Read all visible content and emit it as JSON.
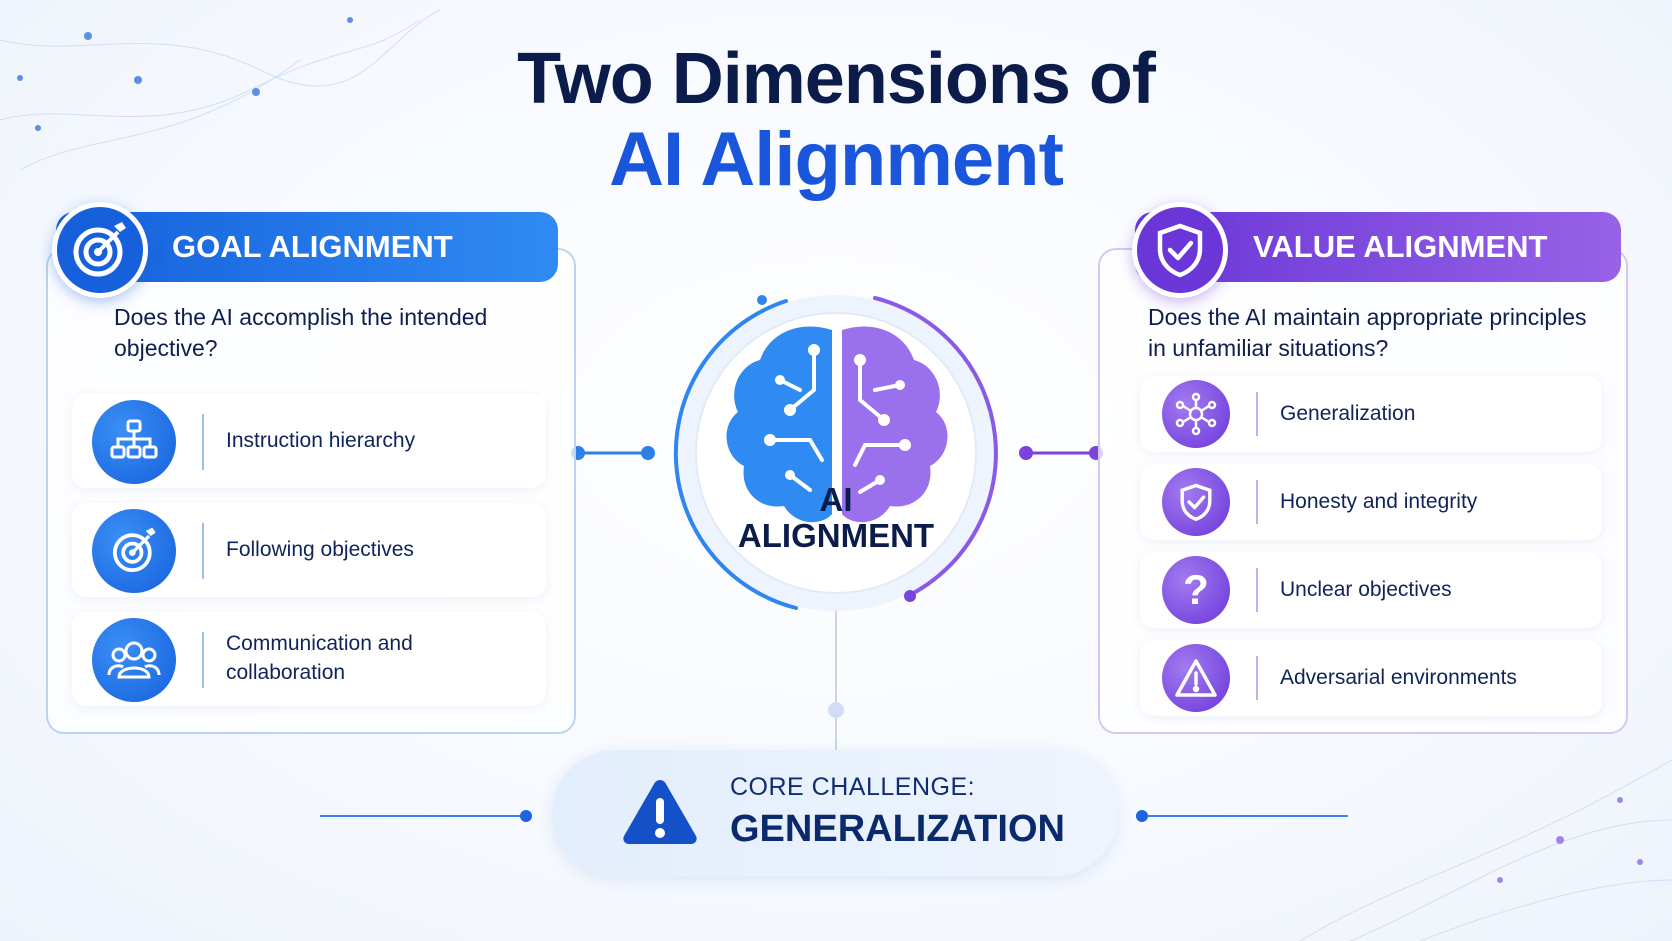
{
  "title": {
    "line1": "Two Dimensions of",
    "line2": "AI Alignment"
  },
  "goal_alignment": {
    "header": "GOAL ALIGNMENT",
    "question": "Does the AI accomplish the intended objective?",
    "items": [
      {
        "label": "Instruction hierarchy",
        "icon": "hierarchy-icon"
      },
      {
        "label": "Following objectives",
        "icon": "target-icon"
      },
      {
        "label": "Communication and collaboration",
        "icon": "people-icon"
      }
    ],
    "color": "#1660dc"
  },
  "value_alignment": {
    "header": "VALUE ALIGNMENT",
    "question": "Does the AI maintain appropriate principles in unfamiliar situations?",
    "items": [
      {
        "label": "Generalization",
        "icon": "network-icon"
      },
      {
        "label": "Honesty and integrity",
        "icon": "shield-check-icon"
      },
      {
        "label": "Unclear objectives",
        "icon": "question-icon"
      },
      {
        "label": "Adversarial environments",
        "icon": "warning-icon"
      }
    ],
    "color": "#6a36d8"
  },
  "center": {
    "line1": "AI",
    "line2": "ALIGNMENT",
    "icon": "brain-icon"
  },
  "core_challenge": {
    "label": "CORE CHALLENGE:",
    "value": "GENERALIZATION",
    "icon": "warning-icon"
  }
}
